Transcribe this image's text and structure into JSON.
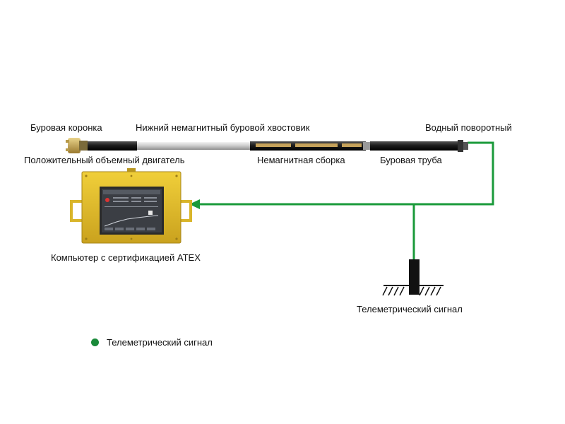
{
  "labels": {
    "drill_bit": "Буровая коронка",
    "lower_nonmag_tail": "Нижний немагнитный буровой хвостовик",
    "water_swivel": "Водный поворотный",
    "pdm_motor": "Положительный объемный двигатель",
    "nonmag_assembly": "Немагнитная сборка",
    "drill_pipe": "Буровая труба",
    "atex_computer": "Компьютер с сертификацией ATEX",
    "telemetry_signal": "Телеметрический сигнал"
  },
  "legend": {
    "label": "Телеметрический сигнал",
    "color": "#1a8a3a"
  },
  "colors": {
    "signal_line": "#1a9a3a",
    "enclosure": "#d9b52a",
    "pipe_dark": "#222222"
  }
}
